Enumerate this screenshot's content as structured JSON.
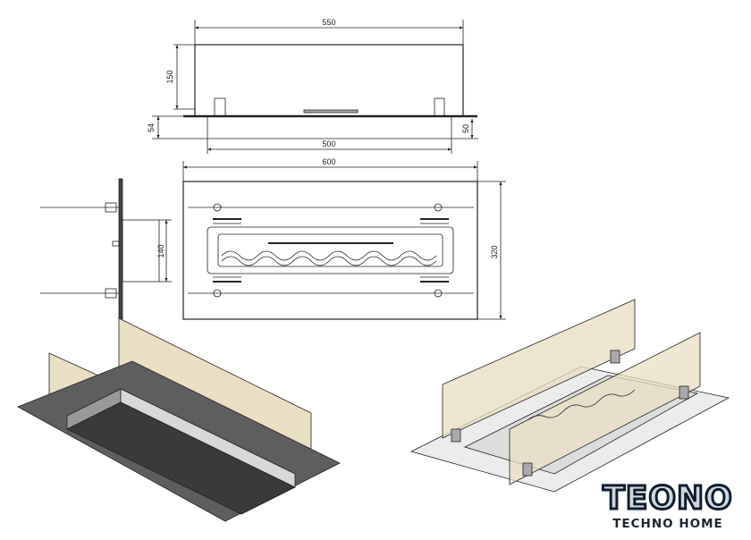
{
  "dimensions": {
    "glass_width": "550",
    "glass_height": "150",
    "total_height": "54",
    "box_height": "50",
    "box_width": "500",
    "plate_width": "600",
    "box_depth": "140",
    "plate_depth": "320"
  },
  "logo": {
    "brand": "TEONO",
    "tagline": "TECHNO HOME"
  },
  "colors": {
    "glass": "#e9dfc2",
    "plate": "#5e5e60",
    "box": "#c8c8c8"
  }
}
